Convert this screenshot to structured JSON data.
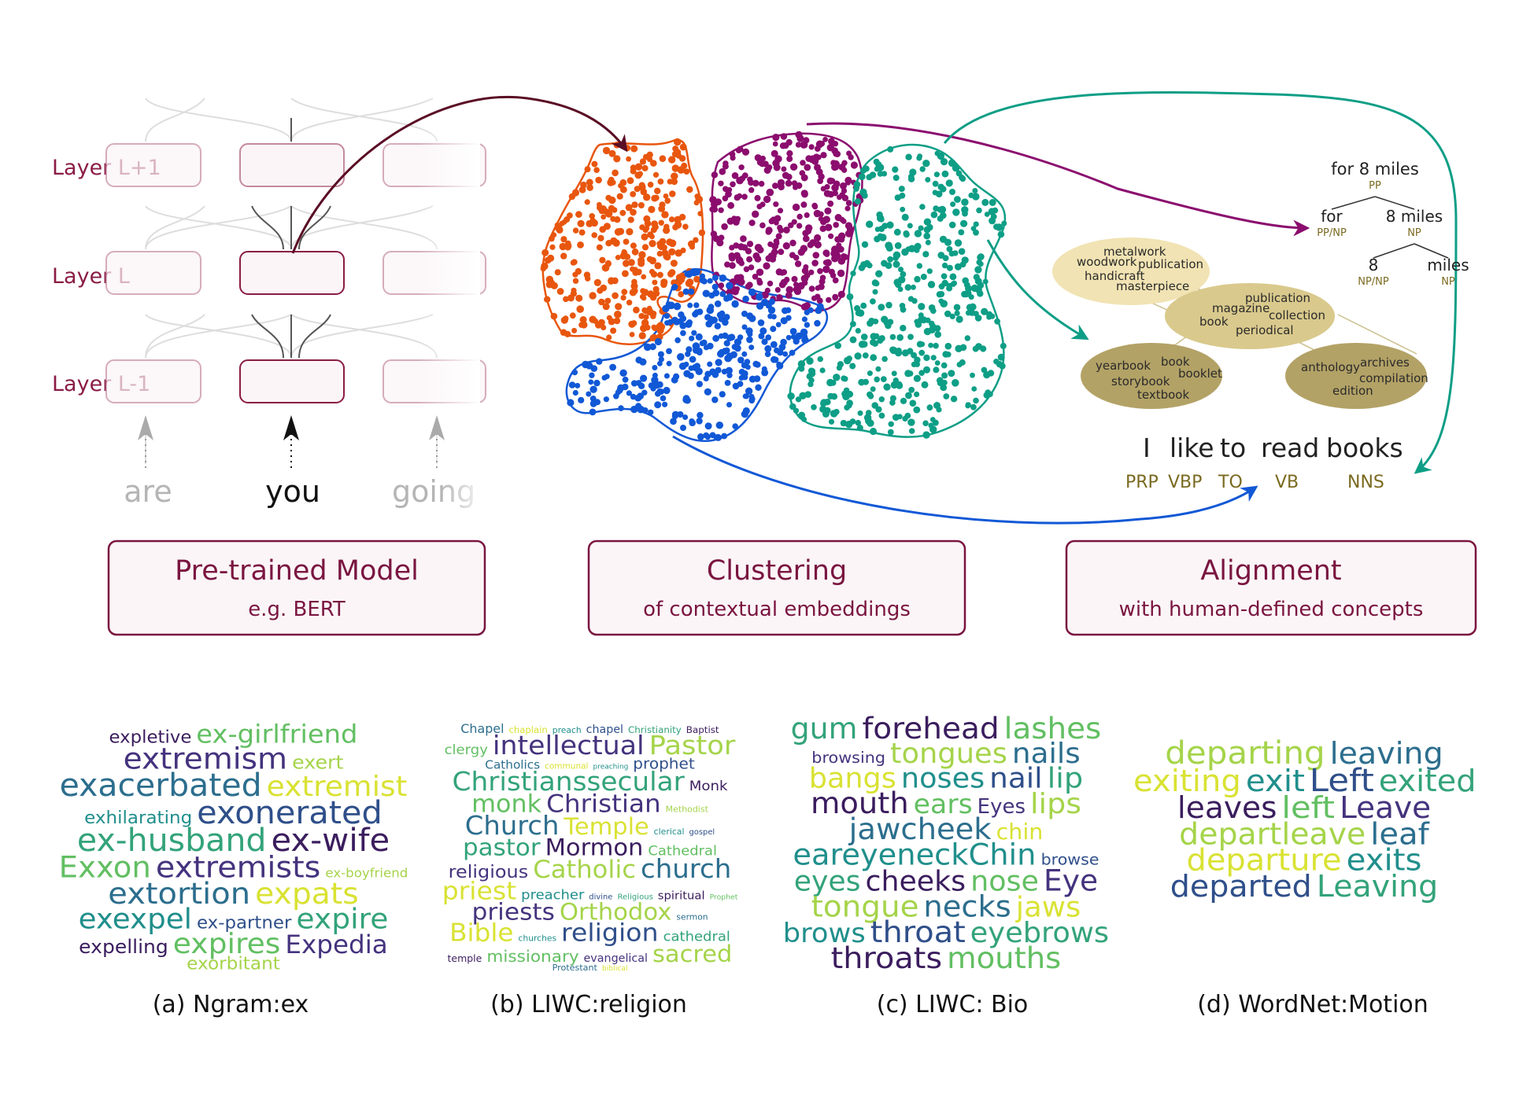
{
  "model": {
    "layers": [
      "Layer L+1",
      "Layer L",
      "Layer L-1"
    ],
    "tokens": [
      "are",
      "you",
      "going"
    ]
  },
  "stages": [
    {
      "title": "Pre-trained Model",
      "subtitle": "e.g. BERT"
    },
    {
      "title": "Clustering",
      "subtitle": "of contextual embeddings"
    },
    {
      "title": "Alignment",
      "subtitle": "with human-defined concepts"
    }
  ],
  "parse_tree": {
    "root": {
      "text": "for 8 miles",
      "tag": "PP"
    },
    "left": {
      "text": "for",
      "tag": "PP/NP"
    },
    "right": {
      "text": "8 miles",
      "tag": "NP"
    },
    "rl": {
      "text": "8",
      "tag": "NP/NP"
    },
    "rr": {
      "text": "miles",
      "tag": "NP"
    }
  },
  "ontology": {
    "top": [
      "metalwork",
      "woodwork",
      "publication",
      "handicraft",
      "masterpiece"
    ],
    "mid": [
      "publication",
      "magazine",
      "collection",
      "book",
      "periodical"
    ],
    "left": [
      "yearbook",
      "book",
      "storybook",
      "booklet",
      "textbook"
    ],
    "right": [
      "anthology",
      "archives",
      "compilation",
      "edition"
    ]
  },
  "pos_example": {
    "words": [
      "I",
      "like",
      "to",
      "read",
      "books"
    ],
    "tags": [
      "PRP",
      "VBP",
      "TO",
      "VB",
      "NNS"
    ]
  },
  "colors": {
    "orange": "#e8560e",
    "purple": "#8b0d6e",
    "teal": "#0e9e86",
    "blue": "#1158d6",
    "maroon": "#7a1540",
    "olive": "#7a6a20",
    "ellipse_light": "#f1e3b3",
    "ellipse_mid": "#d9c98c",
    "ellipse_dark": "#b3a266"
  },
  "wordclouds": [
    {
      "caption": "(a) Ngram:ex",
      "words": [
        {
          "t": "expletive",
          "s": 22
        },
        {
          "t": "ex-girlfriend",
          "s": 32
        },
        {
          "t": "extremism",
          "s": 38
        },
        {
          "t": "exert",
          "s": 24
        },
        {
          "t": "exacerbated",
          "s": 40
        },
        {
          "t": "extremist",
          "s": 36
        },
        {
          "t": "exhilarating",
          "s": 22
        },
        {
          "t": "exonerated",
          "s": 40
        },
        {
          "t": "ex-husband",
          "s": 40
        },
        {
          "t": "ex-wife",
          "s": 40
        },
        {
          "t": "Exxon",
          "s": 38
        },
        {
          "t": "extremists",
          "s": 38
        },
        {
          "t": "ex-boyfriend",
          "s": 16
        },
        {
          "t": "extortion",
          "s": 38
        },
        {
          "t": "expats",
          "s": 38
        },
        {
          "t": "exexpel",
          "s": 36
        },
        {
          "t": "ex-partner",
          "s": 22
        },
        {
          "t": "expire",
          "s": 36
        },
        {
          "t": "expelling",
          "s": 24
        },
        {
          "t": "expires",
          "s": 36
        },
        {
          "t": "Expedia",
          "s": 32
        },
        {
          "t": "exorbitant",
          "s": 22
        }
      ]
    },
    {
      "caption": "(b) LIWC:religion",
      "words": [
        {
          "t": "Chapel",
          "s": 18
        },
        {
          "t": "chaplain",
          "s": 13
        },
        {
          "t": "preach",
          "s": 12
        },
        {
          "t": "chapel",
          "s": 16
        },
        {
          "t": "Christianity",
          "s": 13
        },
        {
          "t": "Baptist",
          "s": 13
        },
        {
          "t": "clergy",
          "s": 20
        },
        {
          "t": "intellectual",
          "s": 38
        },
        {
          "t": "Pastor",
          "s": 38
        },
        {
          "t": "Catholics",
          "s": 17
        },
        {
          "t": "communal",
          "s": 12
        },
        {
          "t": "preaching",
          "s": 10
        },
        {
          "t": "prophet",
          "s": 22
        },
        {
          "t": "Christianssecular",
          "s": 38
        },
        {
          "t": "Monk",
          "s": 20
        },
        {
          "t": "monk",
          "s": 36
        },
        {
          "t": "Christian",
          "s": 36
        },
        {
          "t": "Methodist",
          "s": 12
        },
        {
          "t": "Church",
          "s": 38
        },
        {
          "t": "Temple",
          "s": 34
        },
        {
          "t": "clerical",
          "s": 12
        },
        {
          "t": "gospel",
          "s": 11
        },
        {
          "t": "pastor",
          "s": 34
        },
        {
          "t": "Mormon",
          "s": 34
        },
        {
          "t": "Cathedral",
          "s": 20
        },
        {
          "t": "religious",
          "s": 26
        },
        {
          "t": "Catholic",
          "s": 36
        },
        {
          "t": "church",
          "s": 38
        },
        {
          "t": "priest",
          "s": 36
        },
        {
          "t": "preacher",
          "s": 20
        },
        {
          "t": "divine",
          "s": 11
        },
        {
          "t": "Religious",
          "s": 11
        },
        {
          "t": "spiritual",
          "s": 16
        },
        {
          "t": "Prophet",
          "s": 10
        },
        {
          "t": "priests",
          "s": 34
        },
        {
          "t": "Orthodox",
          "s": 34
        },
        {
          "t": "sermon",
          "s": 12
        },
        {
          "t": "Bible",
          "s": 36
        },
        {
          "t": "churches",
          "s": 12
        },
        {
          "t": "religion",
          "s": 36
        },
        {
          "t": "cathedral",
          "s": 20
        },
        {
          "t": "temple",
          "s": 14
        },
        {
          "t": "missionary",
          "s": 24
        },
        {
          "t": "evangelical",
          "s": 16
        },
        {
          "t": "sacred",
          "s": 34
        },
        {
          "t": "Protestant",
          "s": 12
        },
        {
          "t": "biblical",
          "s": 10
        }
      ]
    },
    {
      "caption": "(c) LIWC: Bio",
      "words": [
        {
          "t": "gum",
          "s": 38
        },
        {
          "t": "forehead",
          "s": 38
        },
        {
          "t": "lashes",
          "s": 38
        },
        {
          "t": "browsing",
          "s": 20
        },
        {
          "t": "tongues",
          "s": 36
        },
        {
          "t": "nails",
          "s": 36
        },
        {
          "t": "bangs",
          "s": 36
        },
        {
          "t": "noses",
          "s": 36
        },
        {
          "t": "nail",
          "s": 36
        },
        {
          "t": "lip",
          "s": 36
        },
        {
          "t": "mouth",
          "s": 38
        },
        {
          "t": "ears",
          "s": 34
        },
        {
          "t": "Eyes",
          "s": 26
        },
        {
          "t": "lips",
          "s": 36
        },
        {
          "t": "jawcheek",
          "s": 38
        },
        {
          "t": "chin",
          "s": 28
        },
        {
          "t": "eareyeneckChin",
          "s": 38
        },
        {
          "t": "browse",
          "s": 20
        },
        {
          "t": "eyes",
          "s": 36
        },
        {
          "t": "cheeks",
          "s": 36
        },
        {
          "t": "nose",
          "s": 36
        },
        {
          "t": "Eye",
          "s": 38
        },
        {
          "t": "tongue",
          "s": 38
        },
        {
          "t": "necks",
          "s": 38
        },
        {
          "t": "jaws",
          "s": 36
        },
        {
          "t": "brows",
          "s": 34
        },
        {
          "t": "throat",
          "s": 38
        },
        {
          "t": "eyebrows",
          "s": 36
        },
        {
          "t": "throats",
          "s": 38
        },
        {
          "t": "mouths",
          "s": 38
        }
      ]
    },
    {
      "caption": "(d) WordNet:Motion",
      "words": [
        {
          "t": "departing",
          "s": 40
        },
        {
          "t": "leaving",
          "s": 38
        },
        {
          "t": "exiting",
          "s": 38
        },
        {
          "t": "exit",
          "s": 38
        },
        {
          "t": "Left",
          "s": 40
        },
        {
          "t": "exited",
          "s": 38
        },
        {
          "t": "leaves",
          "s": 38
        },
        {
          "t": "left",
          "s": 38
        },
        {
          "t": "Leave",
          "s": 38
        },
        {
          "t": "departleave",
          "s": 38
        },
        {
          "t": "leaf",
          "s": 38
        },
        {
          "t": "departure",
          "s": 38
        },
        {
          "t": "exits",
          "s": 38
        },
        {
          "t": "departed",
          "s": 38
        },
        {
          "t": "Leaving",
          "s": 38
        }
      ]
    }
  ]
}
